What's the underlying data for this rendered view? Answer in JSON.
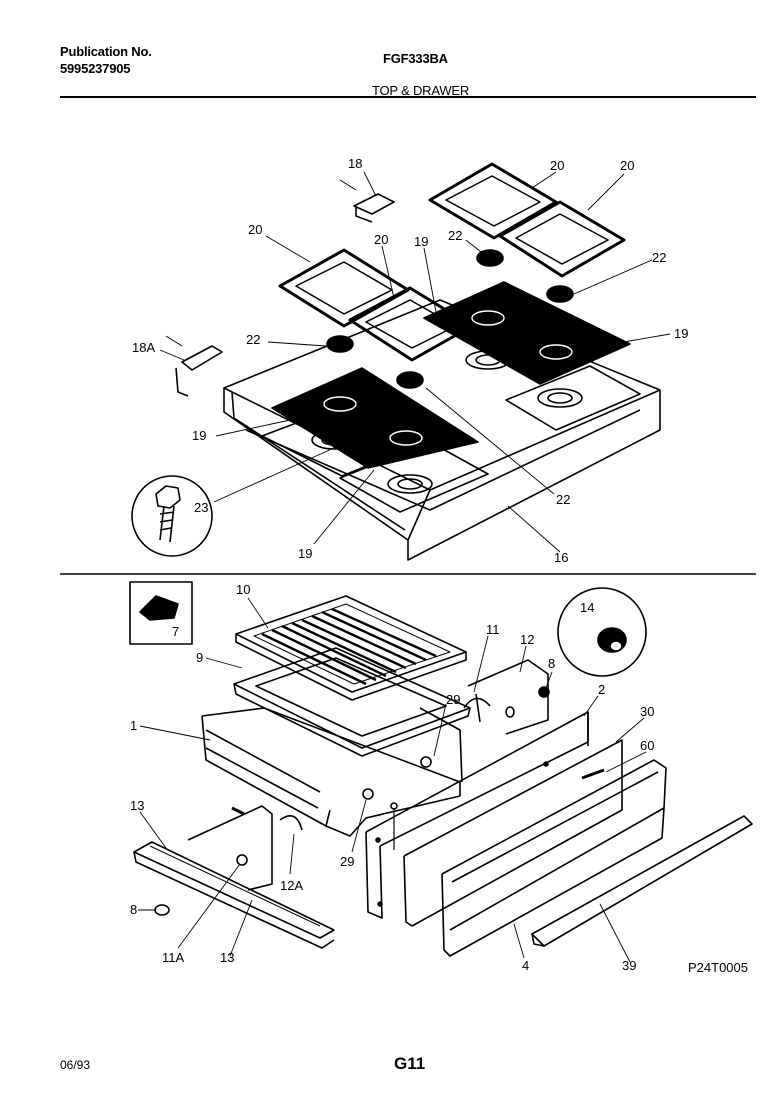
{
  "header": {
    "publication_label": "Publication No.",
    "publication_number": "5995237905",
    "model": "FGF333BA",
    "section_title": "TOP & DRAWER"
  },
  "callouts": {
    "c18": "18",
    "c18A": "18A",
    "c20a": "20",
    "c20b": "20",
    "c20c": "20",
    "c20d": "20",
    "c22a": "22",
    "c22b": "22",
    "c22c": "22",
    "c22d": "22",
    "c19a": "19",
    "c19b": "19",
    "c19c": "19",
    "c19d": "19",
    "c23": "23",
    "c16": "16",
    "c7": "7",
    "c10": "10",
    "c9": "9",
    "c1": "1",
    "c11": "11",
    "c12": "12",
    "c8a": "8",
    "c14": "14",
    "c2": "2",
    "c30": "30",
    "c60": "60",
    "c29a": "29",
    "c29b": "29",
    "c13a": "13",
    "c13b": "13",
    "c8b": "8",
    "c11A": "11A",
    "c12A": "12A",
    "c4": "4",
    "c39": "39"
  },
  "diagram_code": "P24T0005",
  "footer": {
    "date": "06/93",
    "page": "G11"
  }
}
